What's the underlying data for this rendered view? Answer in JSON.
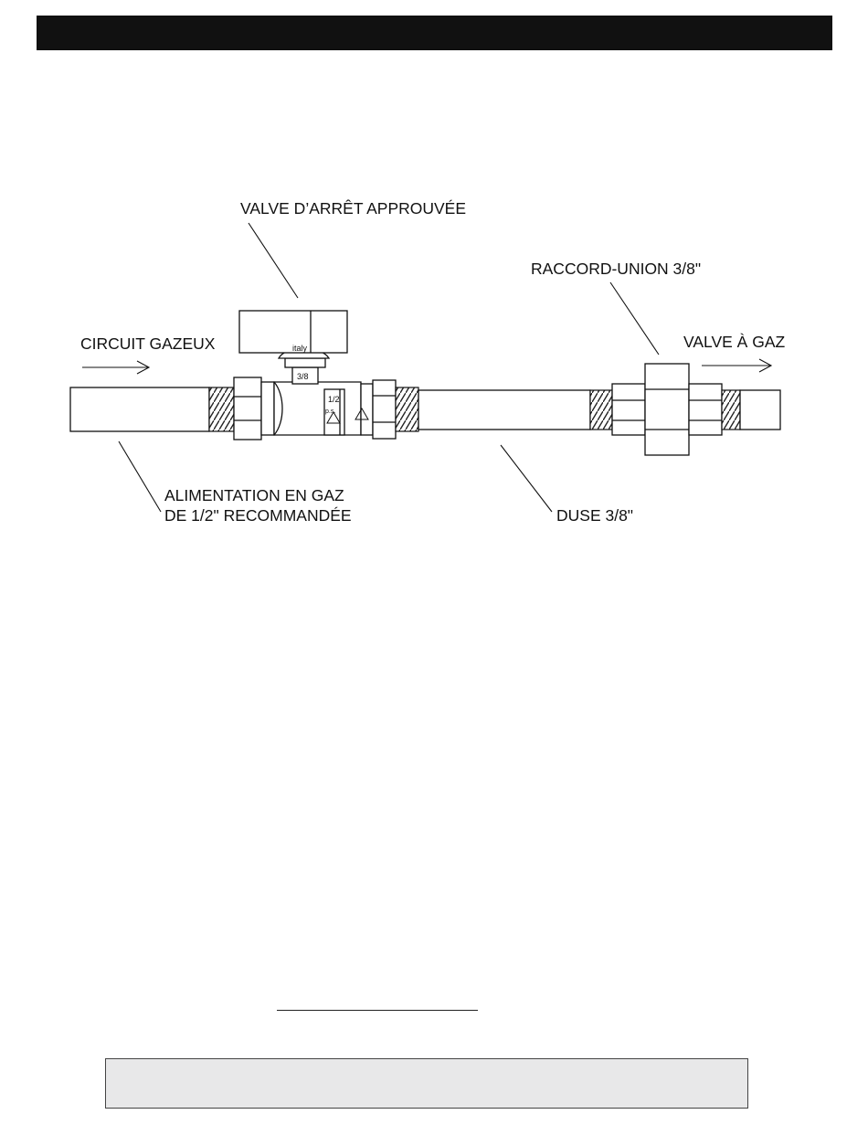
{
  "diagram": {
    "labels": {
      "shutoff_valve": "VALVE D’ARRÊT APPROUVÉE",
      "union": "RACCORD-UNION 3/8\"",
      "gas_circuit": "CIRCUIT GAZEUX",
      "gas_valve": "VALVE À GAZ",
      "supply_line1": "ALIMENTATION EN GAZ",
      "supply_line2": "DE 1/2\"  RECOMMANDÉE",
      "nozzle": "DUSE 3/8\""
    },
    "valve_markings": {
      "brand": "italy",
      "size": "3/8",
      "inlet": "1/2",
      "ps": "p.s."
    }
  },
  "colors": {
    "header_bar": "#111111",
    "note_box_fill": "#e8e8e9",
    "line": "#111111"
  }
}
